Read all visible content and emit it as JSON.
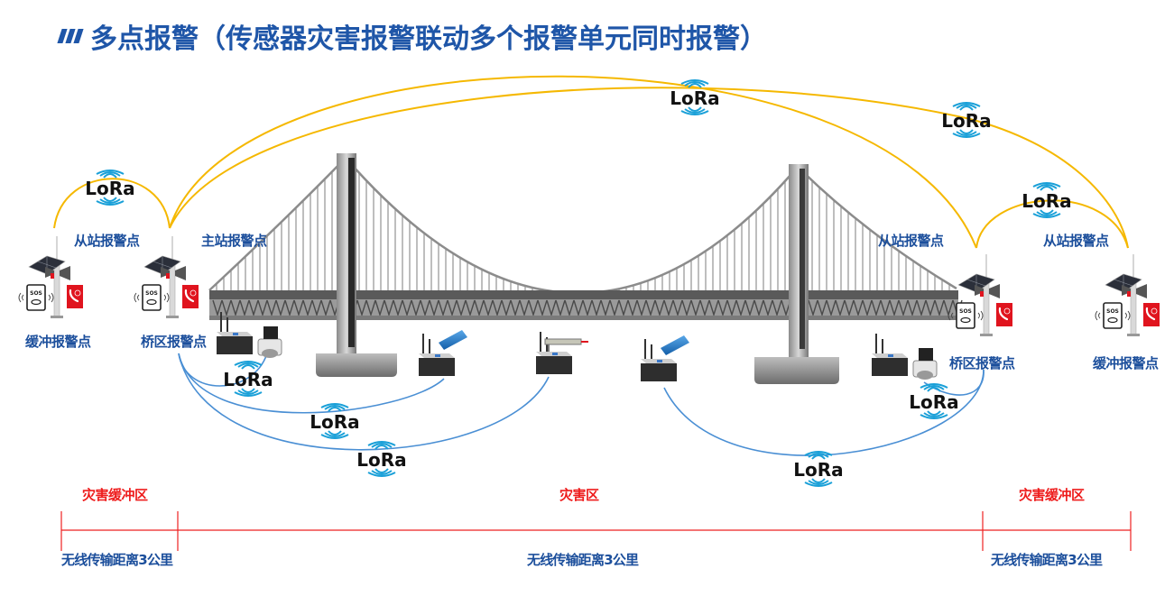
{
  "title": {
    "icon": "triple-slash-bars-icon",
    "text": "多点报警（传感器灾害报警联动多个报警单元同时报警）"
  },
  "colors": {
    "title": "#1f56a8",
    "label": "#1c4f9c",
    "zone": "#ee1c1c",
    "lora_link_main": "#f5b800",
    "lora_link_sensor": "#4a8fd4",
    "lora_wave": "#1aa0d8",
    "alarm_red": "#e0141e"
  },
  "stations": {
    "left_buffer": {
      "role": "从站报警点",
      "name": "缓冲报警点"
    },
    "left_bridge": {
      "role": "主站报警点",
      "name": "桥区报警点"
    },
    "right_bridge": {
      "role": "从站报警点",
      "name": "桥区报警点"
    },
    "right_buffer": {
      "role": "从站报警点",
      "name": "缓冲报警点"
    },
    "device_icons": [
      "solar-alarm-pole-icon",
      "sos-tablet-icon",
      "24h-phone-icon"
    ]
  },
  "lora_label": "LoRa",
  "sensors": [
    {
      "type": "displacement-sensor"
    },
    {
      "type": "blue-tilt-sensor"
    },
    {
      "type": "laser-range-sensor"
    },
    {
      "type": "blue-tilt-sensor"
    },
    {
      "type": "displacement-sensor"
    }
  ],
  "zones": {
    "left": "灾害缓冲区",
    "middle": "灾害区",
    "right": "灾害缓冲区"
  },
  "distances": {
    "left": "无线传输距离3公里",
    "middle": "无线传输距离3公里",
    "right": "无线传输距离3公里"
  }
}
